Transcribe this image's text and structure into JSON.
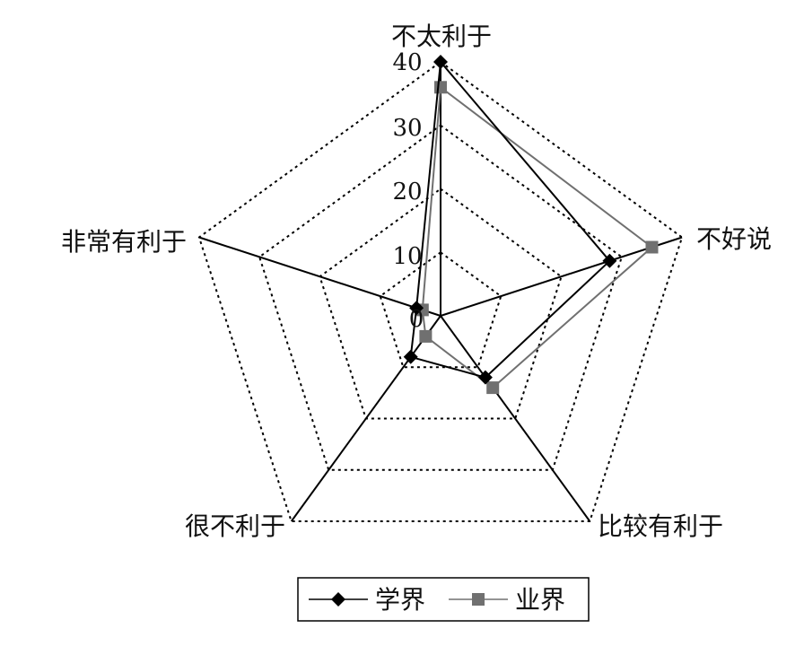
{
  "chart_data": {
    "type": "radar",
    "axes": [
      "不太利于",
      "不好说",
      "比较有利于",
      "很不利于",
      "非常有利于"
    ],
    "ticks": [
      "0",
      "10",
      "20",
      "30",
      "40"
    ],
    "rmax": 40,
    "grid": true,
    "legend_position": "bottom",
    "series": [
      {
        "name": "学界",
        "values": [
          40,
          28,
          12,
          8,
          4
        ],
        "color": "#000000",
        "marker": "diamond"
      },
      {
        "name": "业界",
        "values": [
          36,
          35,
          14,
          4,
          3
        ],
        "color": "#707070",
        "marker": "square"
      }
    ]
  }
}
